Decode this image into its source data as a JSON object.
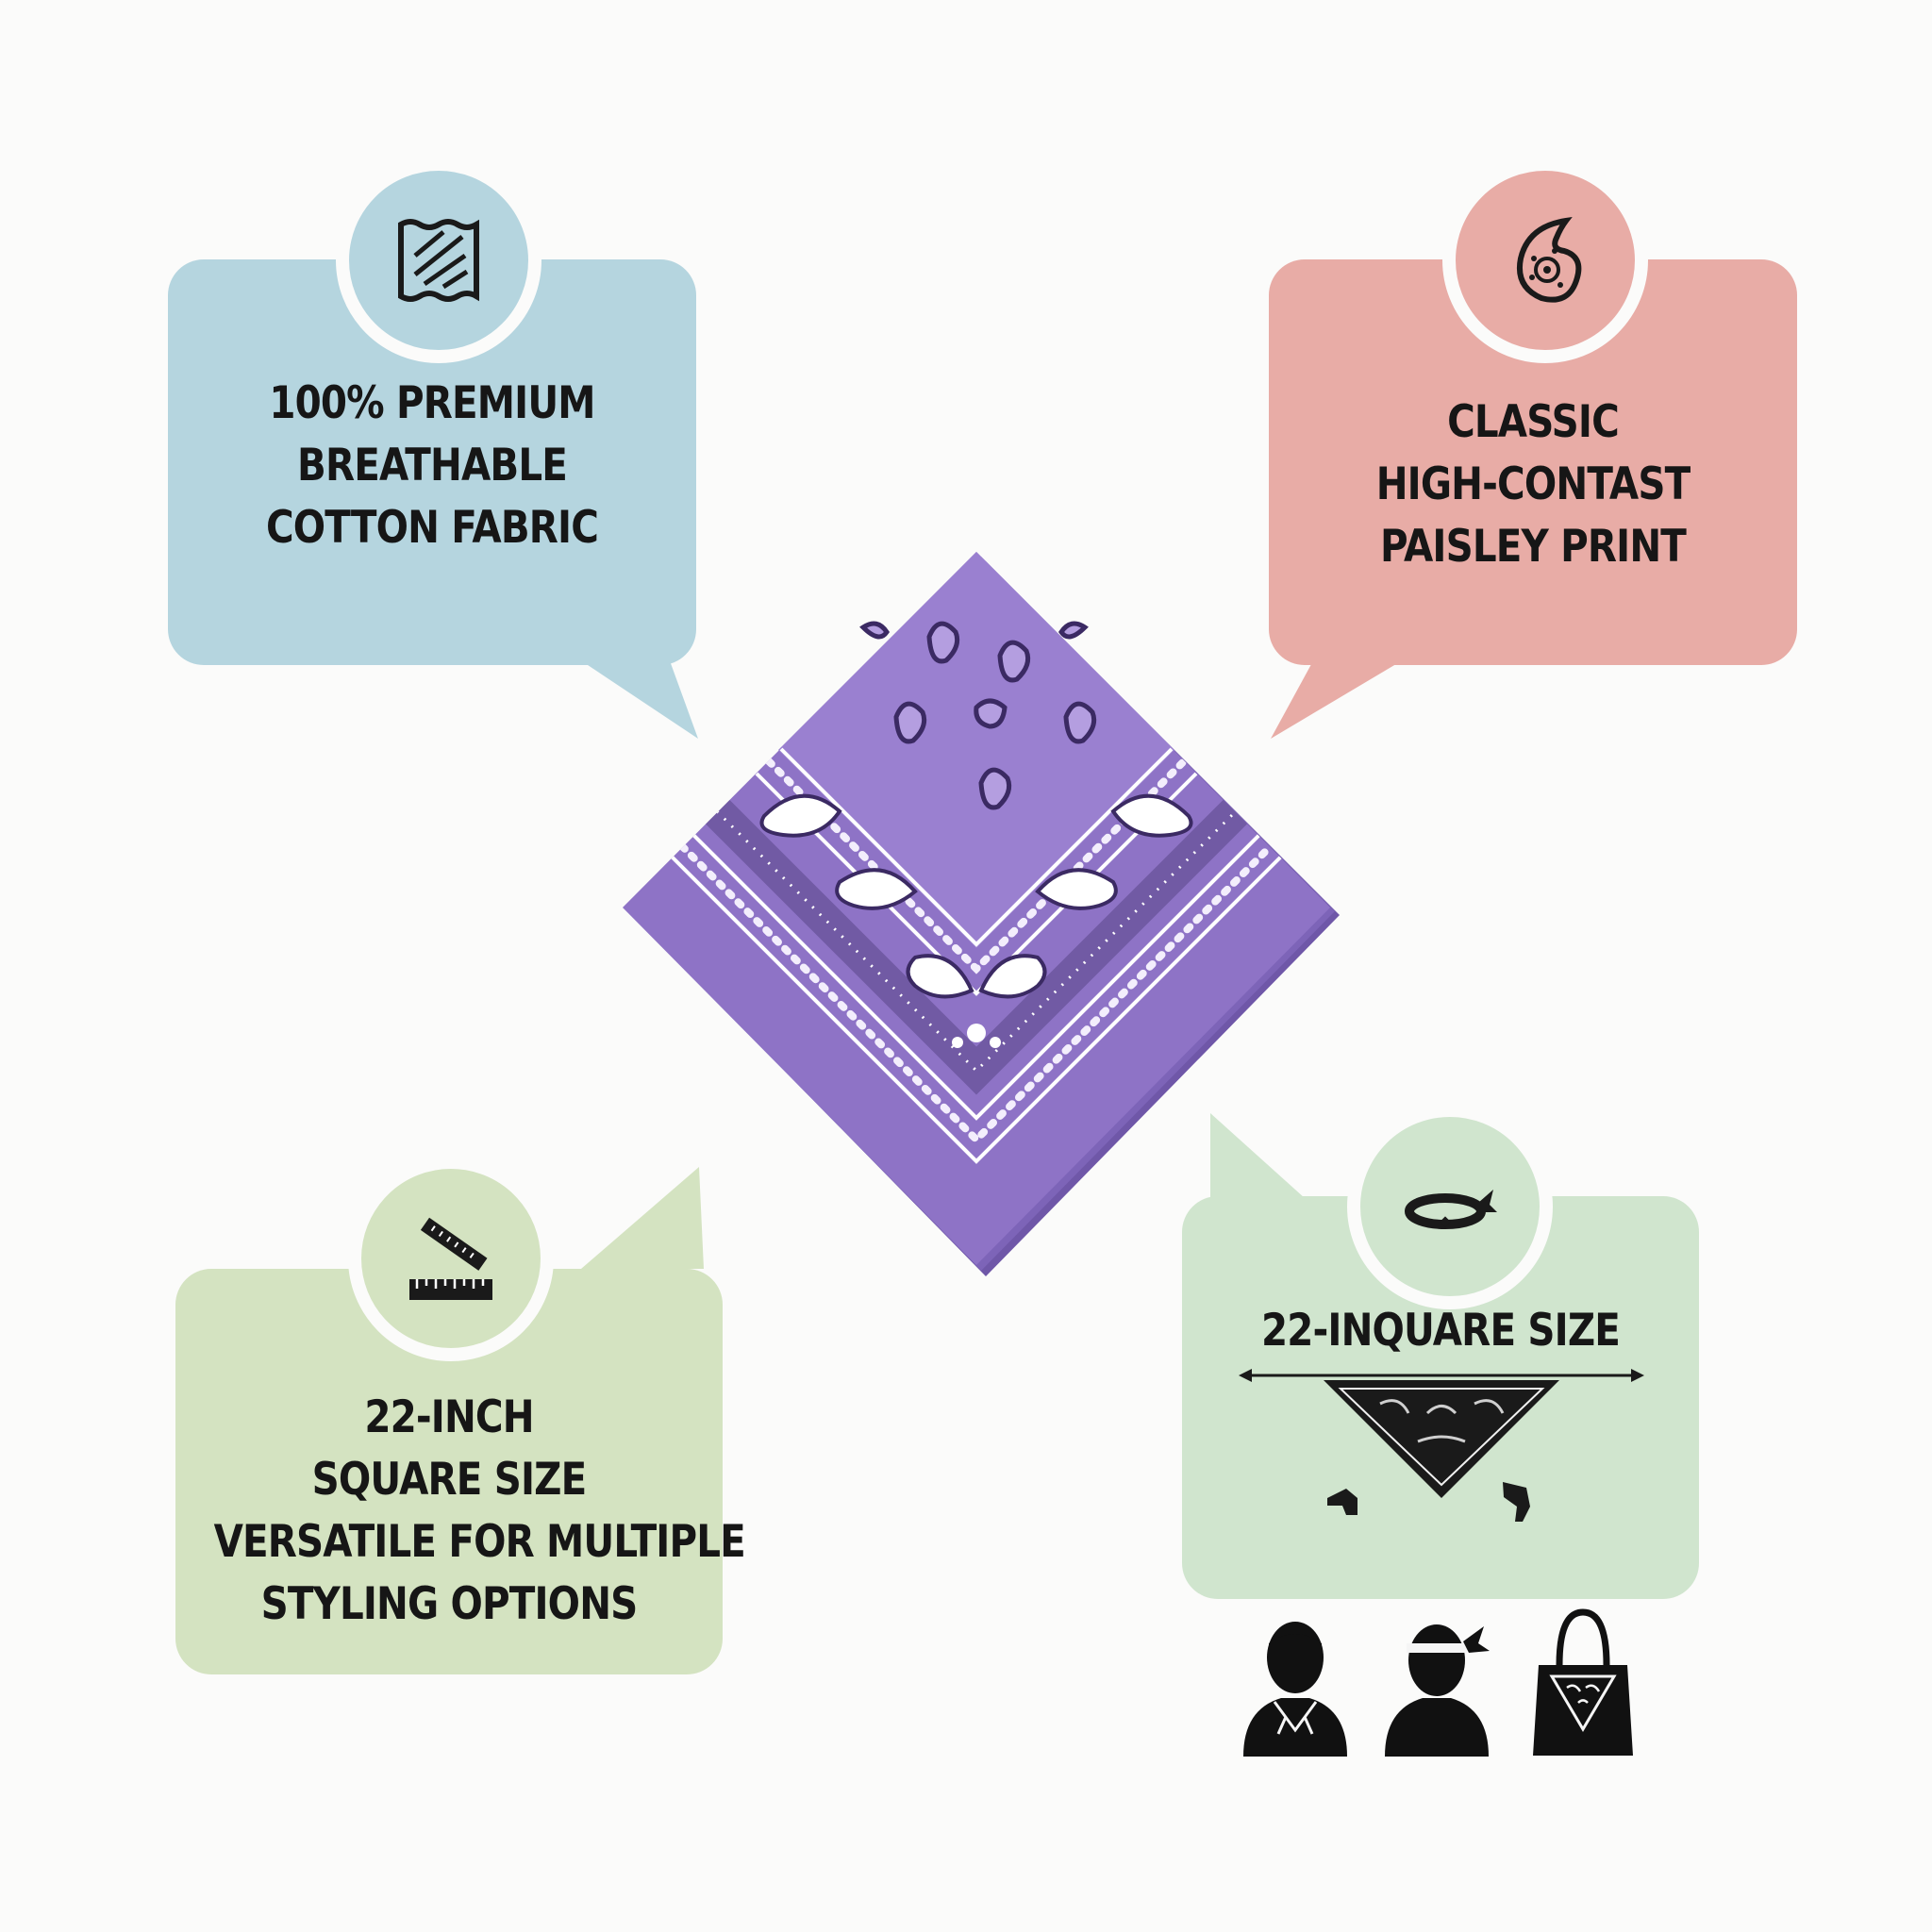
{
  "cards": {
    "fabric": {
      "lines": [
        "100% PREMIUM",
        "BREATHABLE",
        "COTTON FABRIC"
      ],
      "icon": "fabric-swatch-icon",
      "color": "#b5d5df"
    },
    "print": {
      "lines": [
        "CLASSIC",
        "HIGH-CONTAST",
        "PAISLEY PRINT"
      ],
      "icon": "paisley-icon",
      "color": "#e8aca6"
    },
    "size": {
      "lines": [
        "22-INCH",
        "SQUARE SIZE",
        "VERSATILE FOR MULTIPLE",
        "STYLING OPTIONS"
      ],
      "icon": "ruler-icon",
      "color": "#d4e3c1"
    },
    "styling": {
      "heading": "22-INQUARE SIZE",
      "icon": "headband-icon",
      "color": "#d0e5ce"
    }
  },
  "product": {
    "name": "purple-paisley-bandana",
    "color": "#8e73c6"
  },
  "styling_icons": [
    "neck-scarf-person-icon",
    "headband-person-icon",
    "tote-bag-icon"
  ]
}
